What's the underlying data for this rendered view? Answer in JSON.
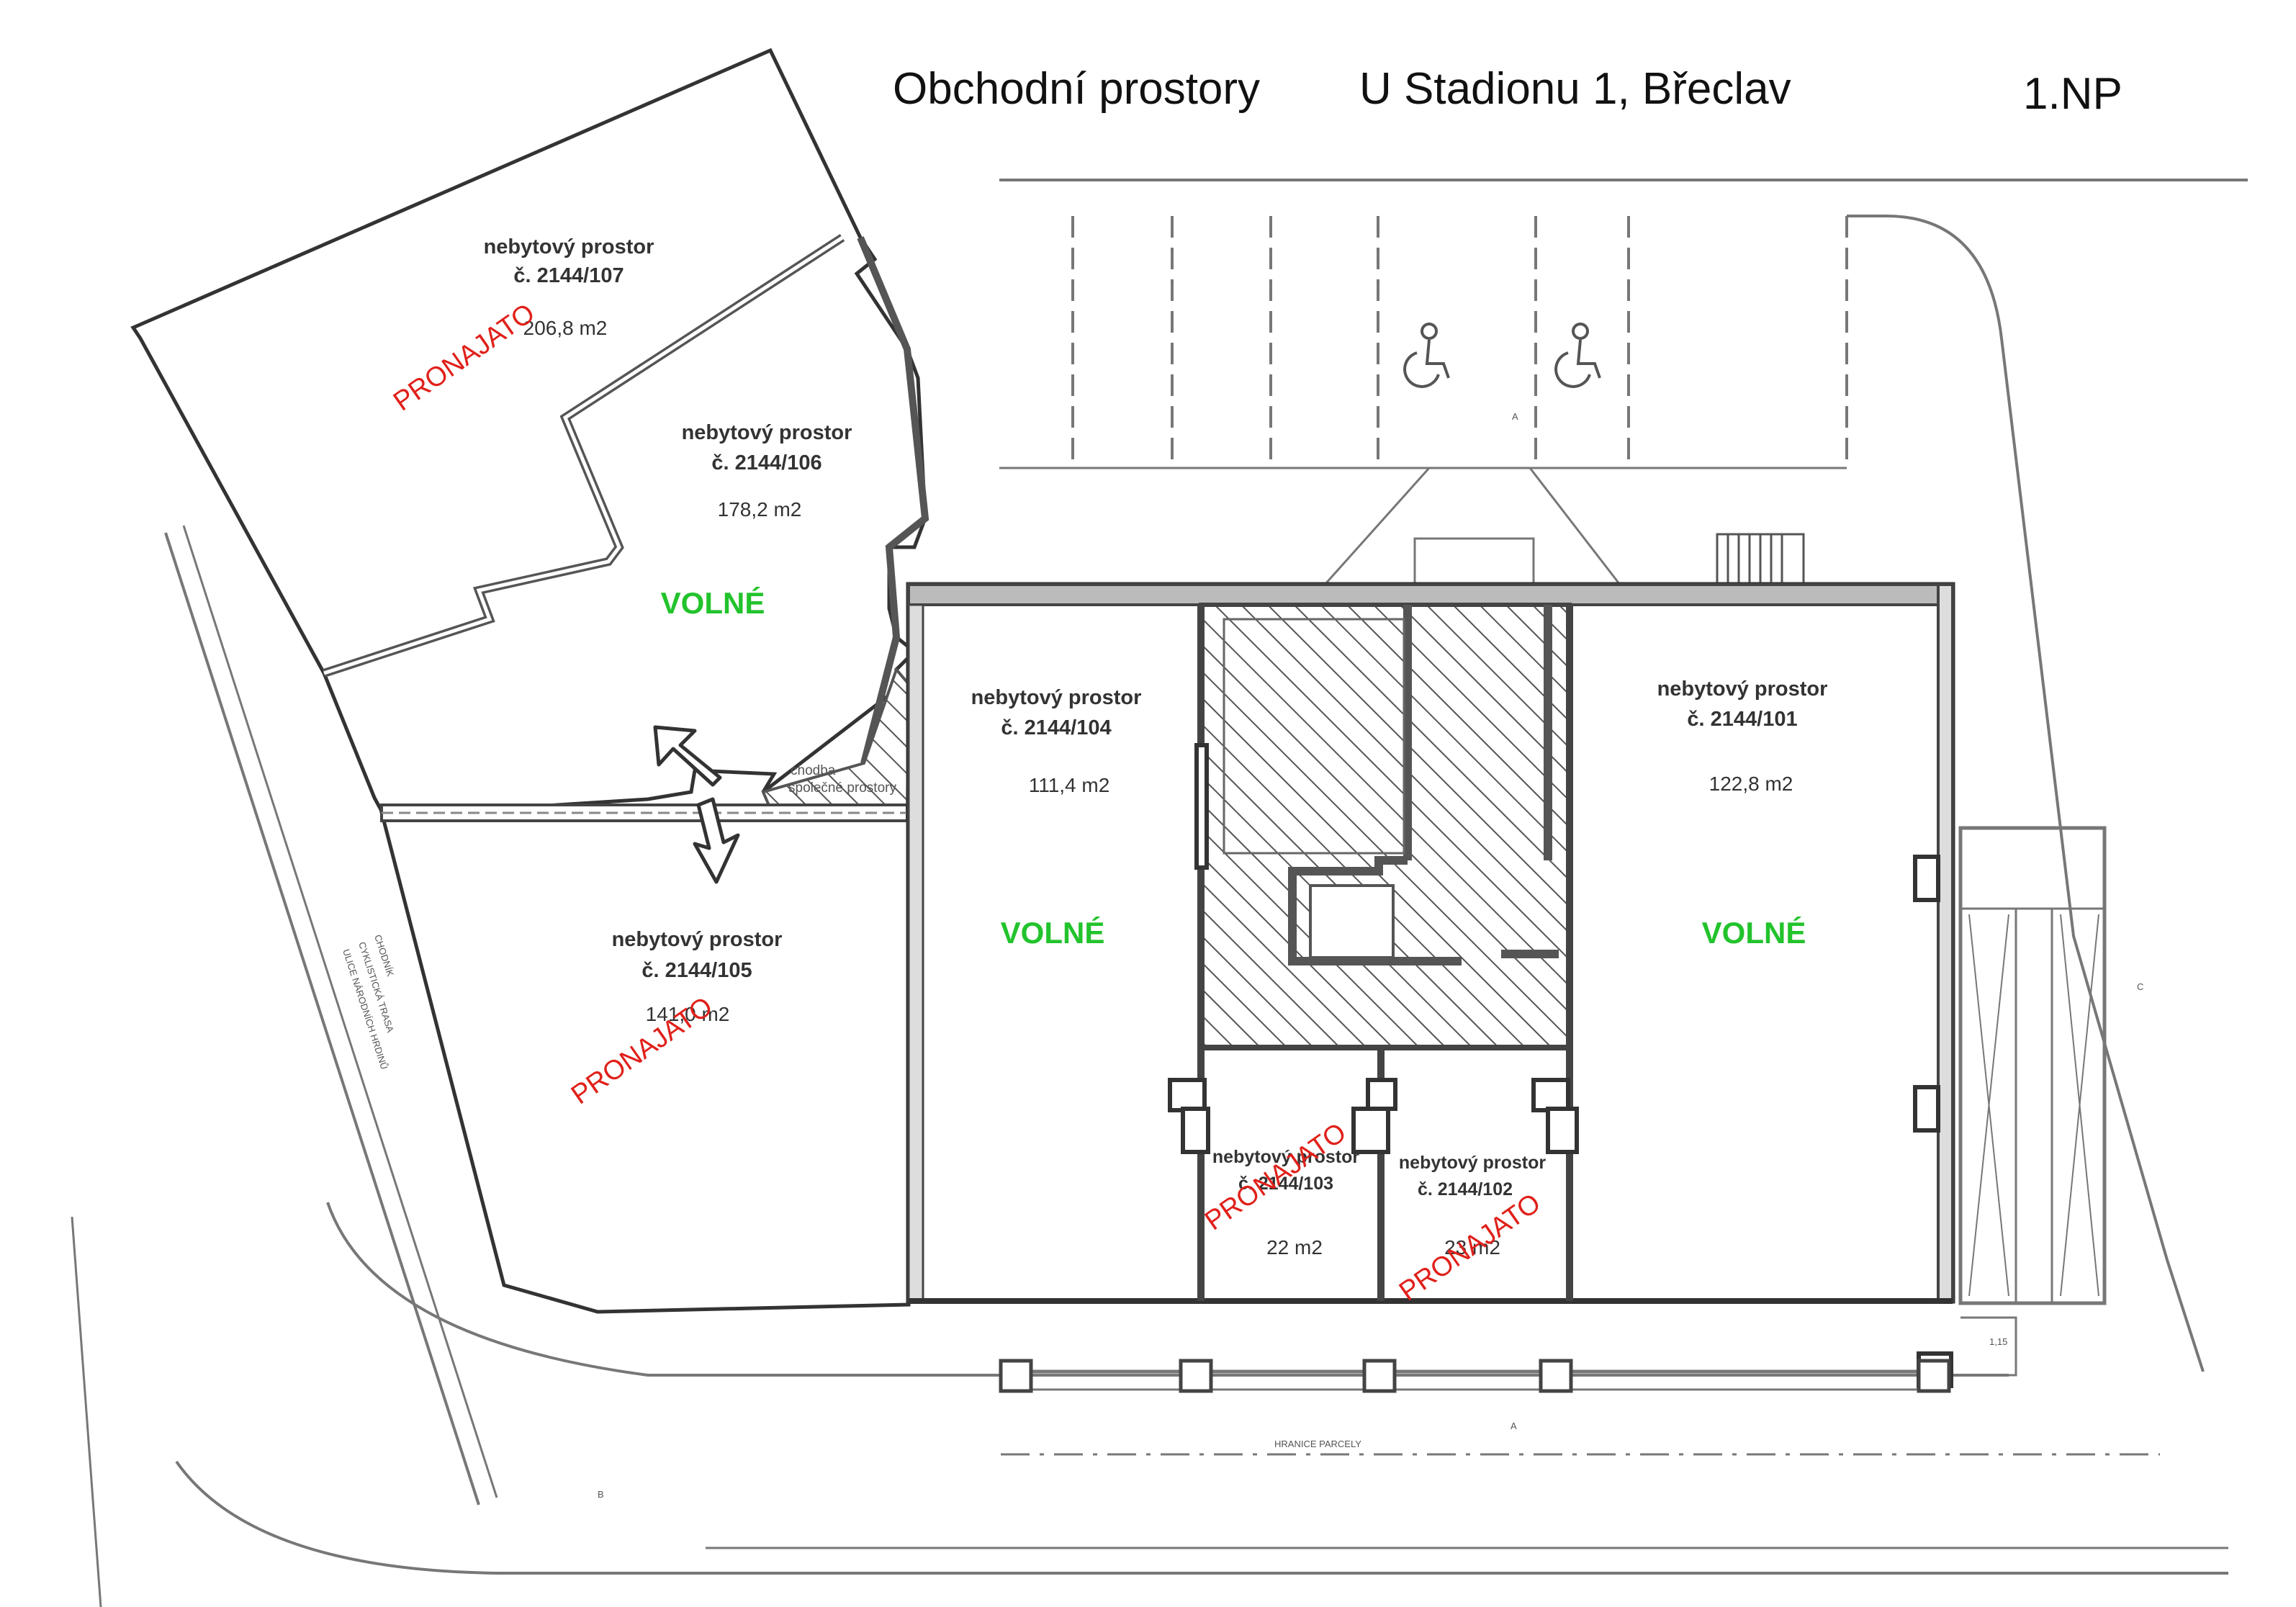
{
  "header": {
    "title": "Obchodní prostory",
    "address": "U Stadionu 1, Břeclav",
    "floor": "1.NP"
  },
  "units": [
    {
      "id": "107",
      "name": "nebytový prostor",
      "number": "č. 2144/107",
      "area": "206,8 m2",
      "status": "PRONAJATO"
    },
    {
      "id": "106",
      "name": "nebytový prostor",
      "number": "č. 2144/106",
      "area": "178,2 m2",
      "status": "VOLNÉ"
    },
    {
      "id": "105",
      "name": "nebytový prostor",
      "number": "č. 2144/105",
      "area": "141,0 m2",
      "status": "PRONAJATO"
    },
    {
      "id": "104",
      "name": "nebytový prostor",
      "number": "č. 2144/104",
      "area": "111,4  m2",
      "status": "VOLNÉ"
    },
    {
      "id": "103",
      "name": "nebytový prostor",
      "number": "č. 2144/103",
      "area": "22 m2",
      "status": "PRONAJATO"
    },
    {
      "id": "102",
      "name": "nebytový prostor",
      "number": "č. 2144/102",
      "area": "23 m2",
      "status": "PRONAJATO"
    },
    {
      "id": "101",
      "name": "nebytový prostor",
      "number": "č. 2144/101",
      "area": "122,8 m2",
      "status": "VOLNÉ"
    }
  ],
  "corridor": {
    "line1": "chodba",
    "line2": "společné prostory"
  },
  "small_labels": {
    "sidewalk": "CHODNÍK",
    "cycle_route": "CYKLISTICKÁ TRASA",
    "street": "ULICE NÁRODNÍCH HRDINŮ",
    "parcel_border": "HRANICE PARCELY",
    "dimension": "1,15",
    "section_a": "A",
    "section_b": "B",
    "section_c": "C"
  },
  "colors": {
    "free": "#22c32c",
    "rented": "#e0201a",
    "walls": "#444444",
    "lines": "#666666"
  },
  "icons": [
    "wheelchair-parking-icon",
    "exit-arrow-icon",
    "staircase-icon"
  ]
}
